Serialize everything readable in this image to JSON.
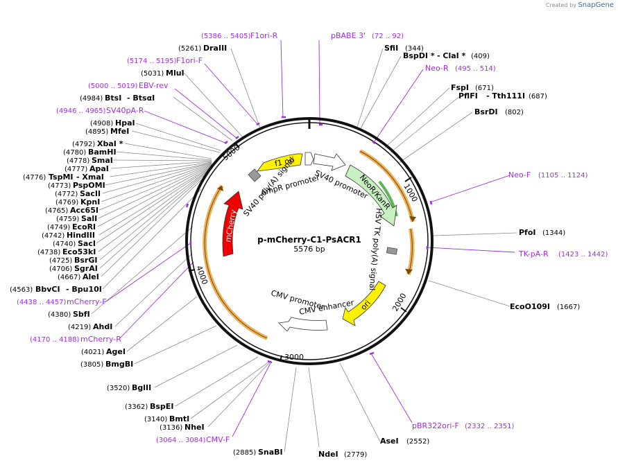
{
  "brand": {
    "created_by": "Created by",
    "name": "SnapGene"
  },
  "map": {
    "name": "p-mCherry-C1-PsACR1",
    "length": "5576 bp"
  },
  "ticks": [
    "1000",
    "2000",
    "3000",
    "4000",
    "5000"
  ],
  "features": {
    "f1ori": "f1 ori",
    "sv40polya": "SV40 poly(A) signal",
    "amprpromoter": "AmpR promoter",
    "sv40promoter": "SV40 promoter",
    "neokan": "NeoR/KanR",
    "hsvtk": "HSV TK poly(A) signal",
    "ori": "ori",
    "cmvpromoter": "CMV promoter",
    "cmvenhancer": "CMV enhancer",
    "mcherry": "mCherry"
  },
  "enzymes": {
    "drai": {
      "pos": "(5261)",
      "name": "DraIII"
    },
    "mlui": {
      "pos": "(5031)",
      "name": "MluI"
    },
    "btsi": {
      "pos": "(4984)",
      "name": "BtsI",
      "name2": "- BtsαI"
    },
    "hpai": {
      "pos": "(4908)",
      "name": "HpaI"
    },
    "mfei": {
      "pos": "(4895)",
      "name": "MfeI"
    },
    "xbai": {
      "pos": "(4792)",
      "name": "XbaI *"
    },
    "bamhi": {
      "pos": "(4780)",
      "name": "BamHI"
    },
    "smai": {
      "pos": "(4778)",
      "name": "SmaI"
    },
    "apai": {
      "pos": "(4777)",
      "name": "ApaI"
    },
    "tspmi": {
      "pos": "(4776)",
      "name": "TspMI",
      "name2": "- XmaI"
    },
    "pspomi": {
      "pos": "(4773)",
      "name": "PspOMI"
    },
    "sacii": {
      "pos": "(4772)",
      "name": "SacII"
    },
    "kpni": {
      "pos": "(4769)",
      "name": "KpnI"
    },
    "acc65i": {
      "pos": "(4765)",
      "name": "Acc65I"
    },
    "sali": {
      "pos": "(4759)",
      "name": "SalI"
    },
    "ecori": {
      "pos": "(4749)",
      "name": "EcoRI"
    },
    "hindiii": {
      "pos": "(4742)",
      "name": "HindIII"
    },
    "saci": {
      "pos": "(4740)",
      "name": "SacI"
    },
    "eco53ki": {
      "pos": "(4738)",
      "name": "Eco53kI"
    },
    "bsrgi": {
      "pos": "(4725)",
      "name": "BsrGI"
    },
    "sgrai": {
      "pos": "(4706)",
      "name": "SgrAI"
    },
    "alei": {
      "pos": "(4667)",
      "name": "AleI"
    },
    "bbvci": {
      "pos": "(4563)",
      "name": "BbvCI",
      "name2": "- Bpu10I"
    },
    "sbfi": {
      "pos": "(4380)",
      "name": "SbfI"
    },
    "ahdi": {
      "pos": "(4219)",
      "name": "AhdI"
    },
    "agei": {
      "pos": "(4021)",
      "name": "AgeI"
    },
    "bmgbi": {
      "pos": "(3805)",
      "name": "BmgBI"
    },
    "bglii": {
      "pos": "(3520)",
      "name": "BglII"
    },
    "bspei": {
      "pos": "(3362)",
      "name": "BspEI"
    },
    "bmti": {
      "pos": "(3140)",
      "name": "BmtI"
    },
    "nhei": {
      "pos": "(3136)",
      "name": "NheI"
    },
    "snabi": {
      "pos": "(2885)",
      "name": "SnaBI"
    },
    "ndei": {
      "pos": "(2779)",
      "name": "NdeI"
    },
    "asei": {
      "pos": "(2552)",
      "name": "AseI"
    },
    "eco109": {
      "pos": "(1667)",
      "name": "EcoO109I"
    },
    "pfoi": {
      "pos": "(1344)",
      "name": "PfoI"
    },
    "bsrdi": {
      "pos": "(802)",
      "name": "BsrDI"
    },
    "pflfi": {
      "pos": "(687)",
      "name": "PflFI",
      "name2": "- Tth111I"
    },
    "fspi": {
      "pos": "(671)",
      "name": "FspI"
    },
    "bspdi": {
      "pos": "(409)",
      "name": "BspDI *",
      "name2": "- ClaI *"
    },
    "sfii": {
      "pos": "(344)",
      "name": "SfiI"
    }
  },
  "primers": {
    "f1orir": {
      "range": "(5386 .. 5405)",
      "name": "F1ori-R"
    },
    "f1orif": {
      "range": "(5174 .. 5195)",
      "name": "F1ori-F"
    },
    "ebvrev": {
      "range": "(5000 .. 5019)",
      "name": "EBV-rev"
    },
    "sv40par": {
      "range": "(4946 .. 4965)",
      "name": "SV40pA-R"
    },
    "mcherryf": {
      "range": "(4438 .. 4457)",
      "name": "mCherry-F"
    },
    "mcherryr": {
      "range": "(4170 .. 4188)",
      "name": "mCherry-R"
    },
    "cmvf": {
      "range": "(3064 .. 3084)",
      "name": "CMV-F"
    },
    "pbr322": {
      "range": "(2332 .. 2351)",
      "name": "pBR322ori-F"
    },
    "tkpar": {
      "range": "(1423 .. 1442)",
      "name": "TK-pA-R"
    },
    "neof": {
      "range": "(1105 .. 1124)",
      "name": "Neo-F"
    },
    "neor": {
      "range": "(495 .. 514)",
      "name": "Neo-R"
    },
    "pbabe": {
      "range": "(72 .. 92)",
      "name": "pBABE 3'"
    }
  }
}
